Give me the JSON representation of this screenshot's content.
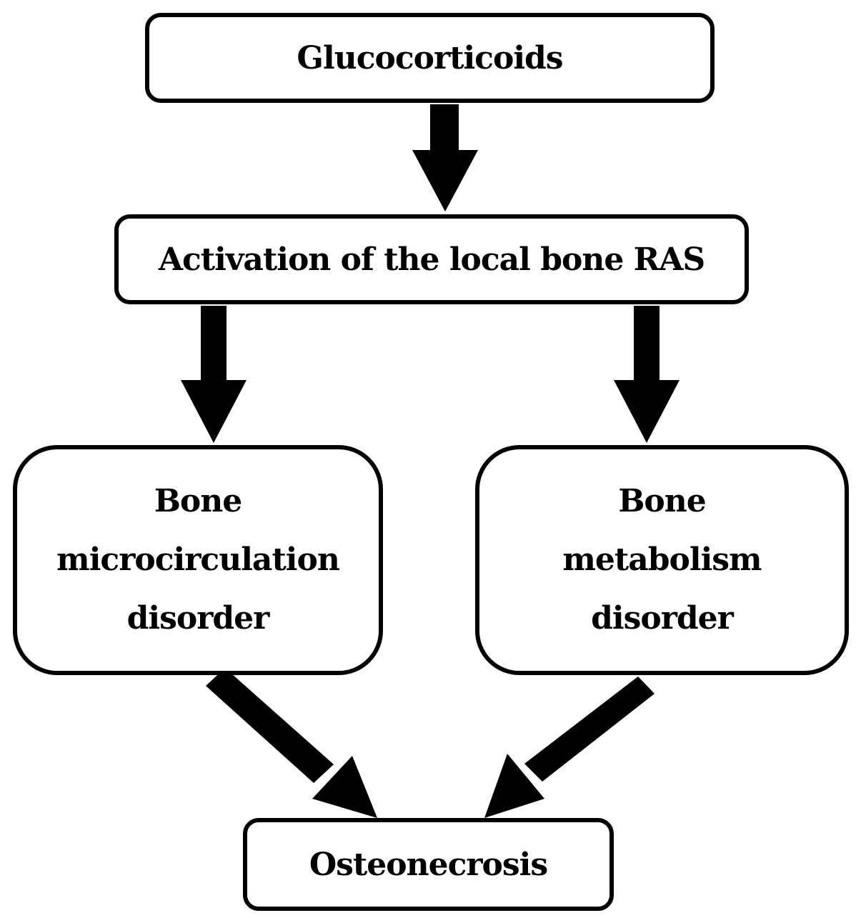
{
  "diagram": {
    "nodes": {
      "glucocorticoids": {
        "label": "Glucocorticoids"
      },
      "activation": {
        "label": "Activation of the local bone RAS"
      },
      "microcirculation": {
        "lines": [
          "Bone",
          "microcirculation",
          "disorder"
        ]
      },
      "metabolism": {
        "lines": [
          "Bone",
          "metabolism",
          "disorder"
        ]
      },
      "osteonecrosis": {
        "label": "Osteonecrosis"
      }
    },
    "edges": [
      {
        "from": "glucocorticoids",
        "to": "activation"
      },
      {
        "from": "activation",
        "to": "microcirculation"
      },
      {
        "from": "activation",
        "to": "metabolism"
      },
      {
        "from": "microcirculation",
        "to": "osteonecrosis"
      },
      {
        "from": "metabolism",
        "to": "osteonecrosis"
      }
    ],
    "colors": {
      "stroke": "#000000",
      "fill": "#ffffff",
      "arrow": "#000000"
    }
  }
}
